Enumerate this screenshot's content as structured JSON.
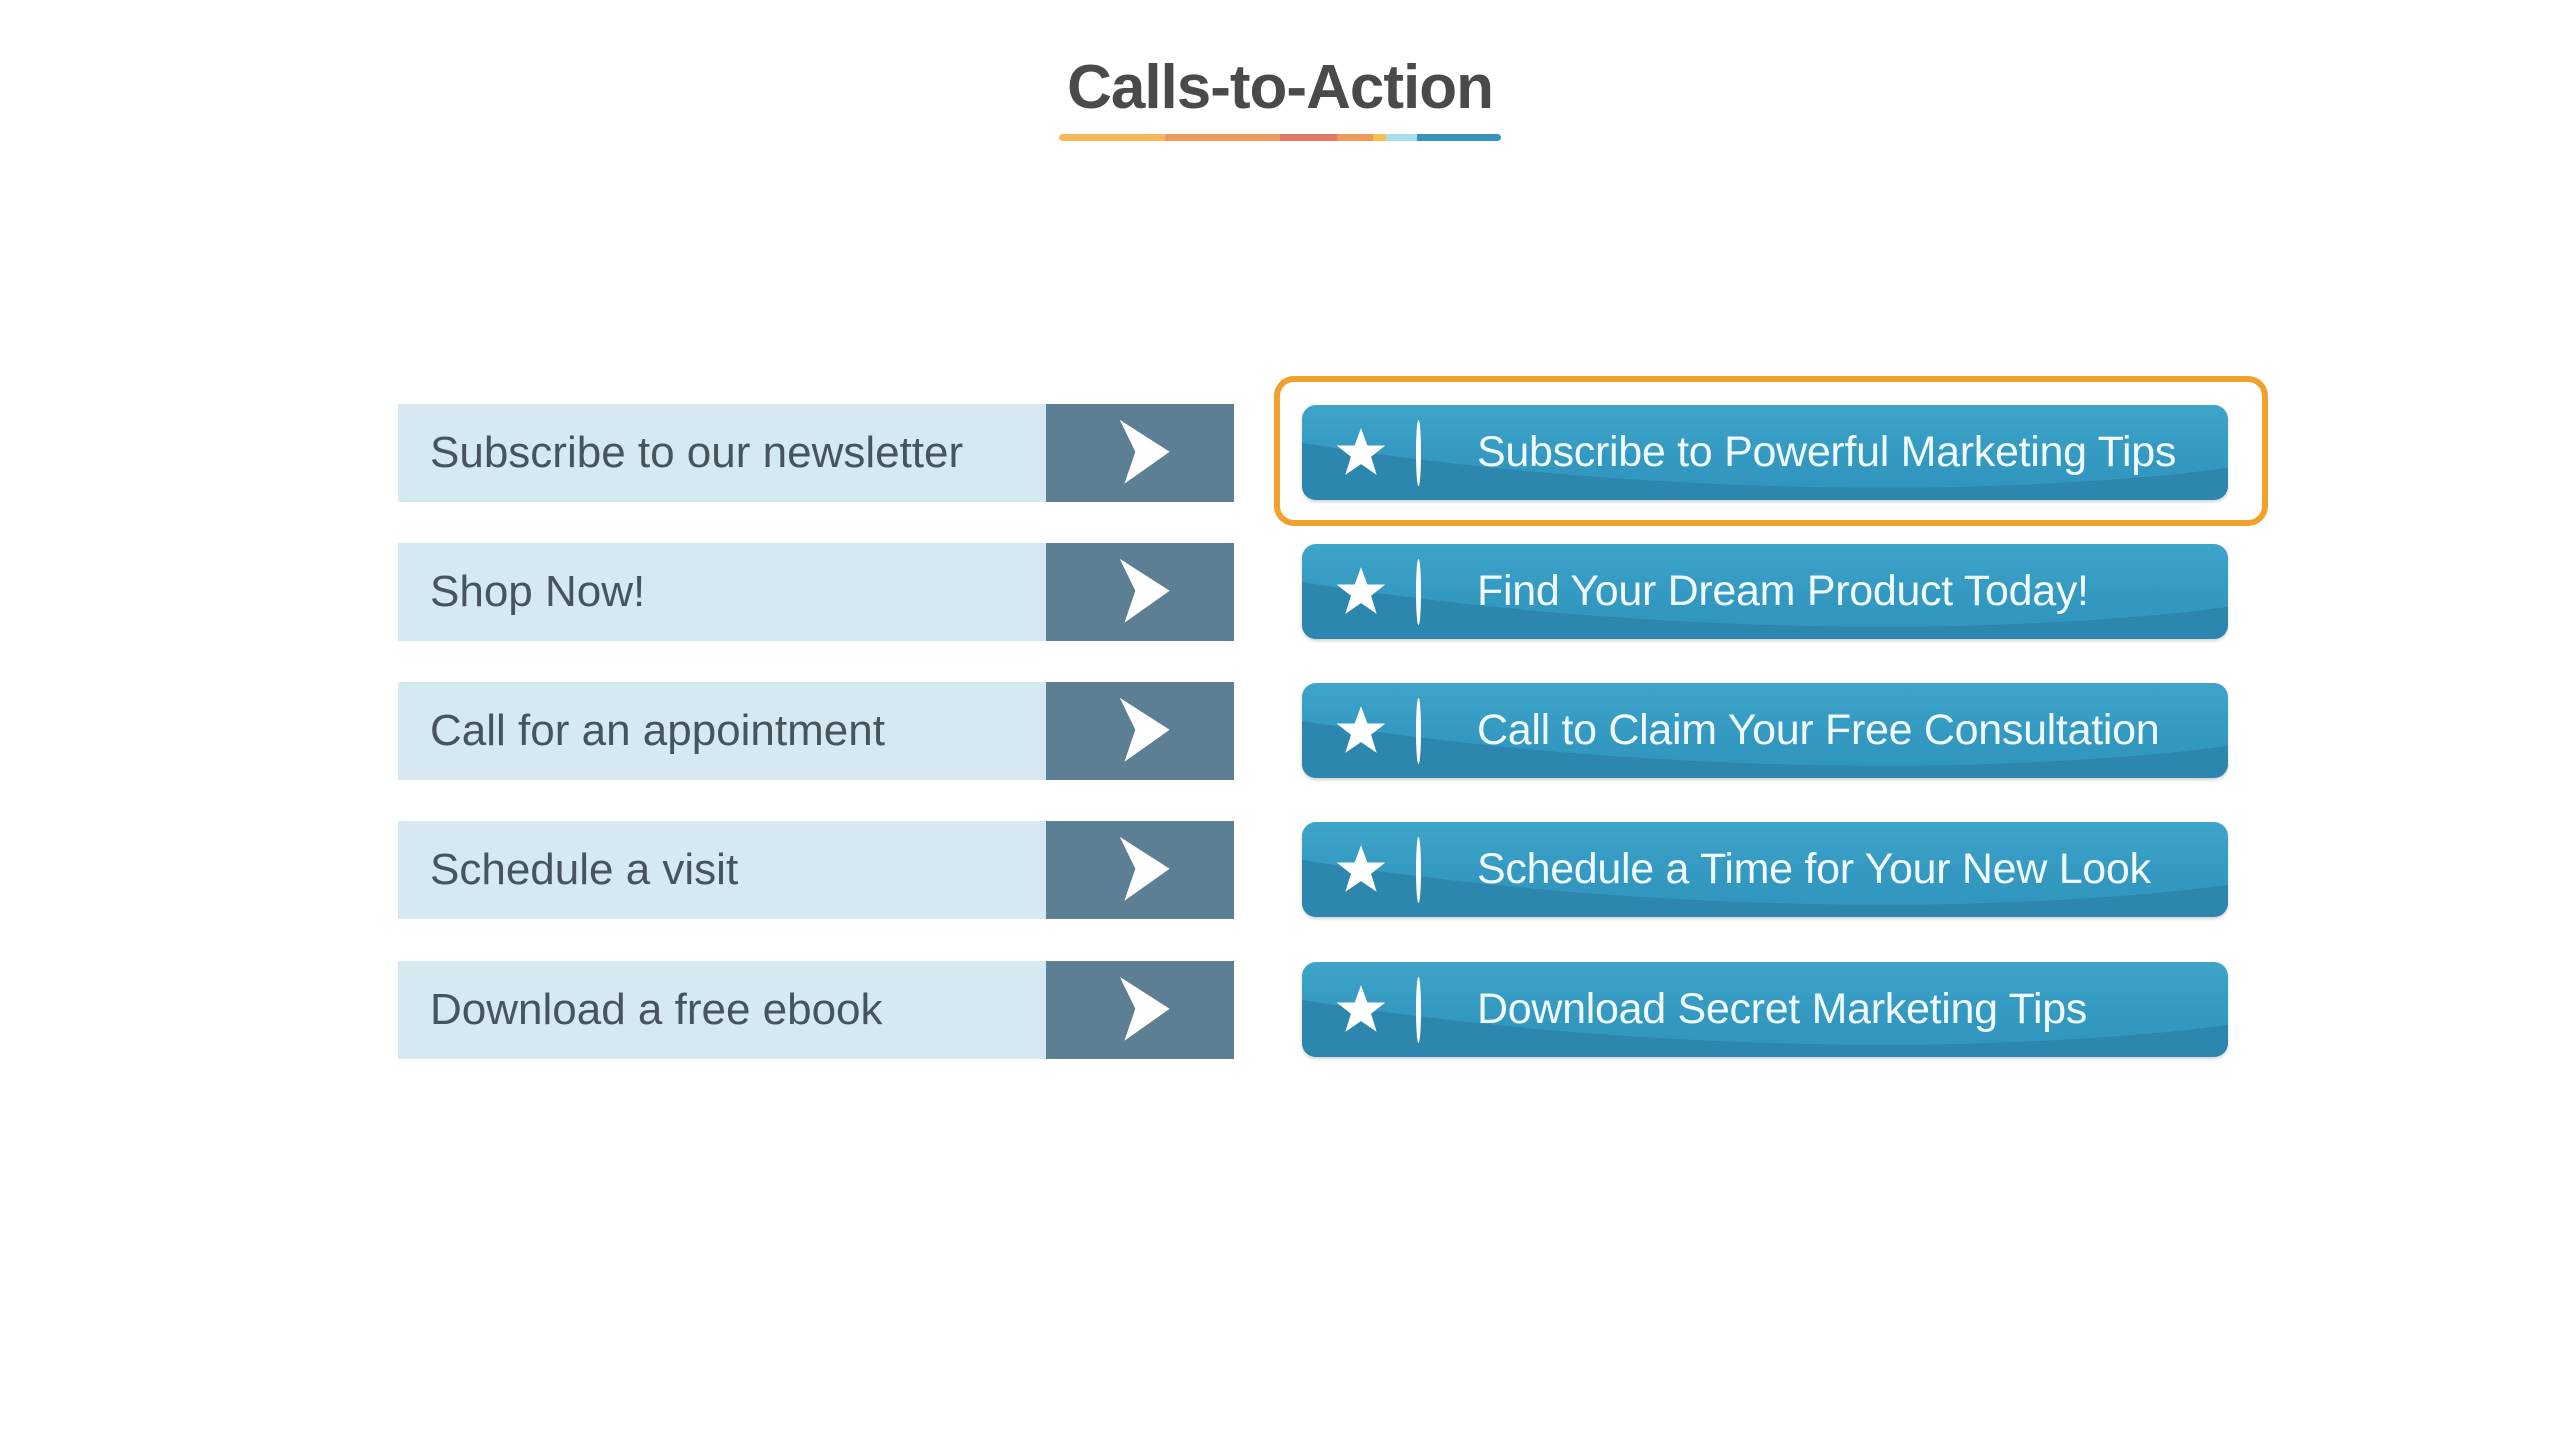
{
  "slide_title": "Calls-to-Action",
  "cta_pairs": [
    {
      "generic": "Subscribe to our newsletter",
      "improved": "Subscribe to Powerful Marketing Tips",
      "highlighted": true
    },
    {
      "generic": "Shop Now!",
      "improved": "Find Your Dream Product Today!",
      "highlighted": false
    },
    {
      "generic": "Call for an appointment",
      "improved": "Call to Claim Your Free Consultation",
      "highlighted": false
    },
    {
      "generic": "Schedule a visit",
      "improved": "Schedule a Time for Your New Look",
      "highlighted": false
    },
    {
      "generic": "Download a free ebook",
      "improved": "Download Secret Marketing Tips",
      "highlighted": false
    }
  ],
  "icons": {
    "star": "star-icon",
    "forward_arrow": "forward-arrow-icon",
    "divider": "vertical-divider"
  },
  "colors": {
    "title_text": "#4A4A4A",
    "generic_row_bg": "#D6E9F3",
    "generic_row_text": "#47545E",
    "generic_arrow_bg": "#5C7F93",
    "improved_button_top": "#3FA4C9",
    "improved_button_base": "#3196BE",
    "improved_button_wave": "#2C86AD",
    "improved_button_text": "#F0FAFE",
    "highlight_ring": "#F2A12D",
    "underline_segments": [
      "#F5B95B",
      "#EE9960",
      "#DF7A66",
      "#EF9A58",
      "#F6C04E",
      "#A8DDEC",
      "#3792BC"
    ]
  }
}
